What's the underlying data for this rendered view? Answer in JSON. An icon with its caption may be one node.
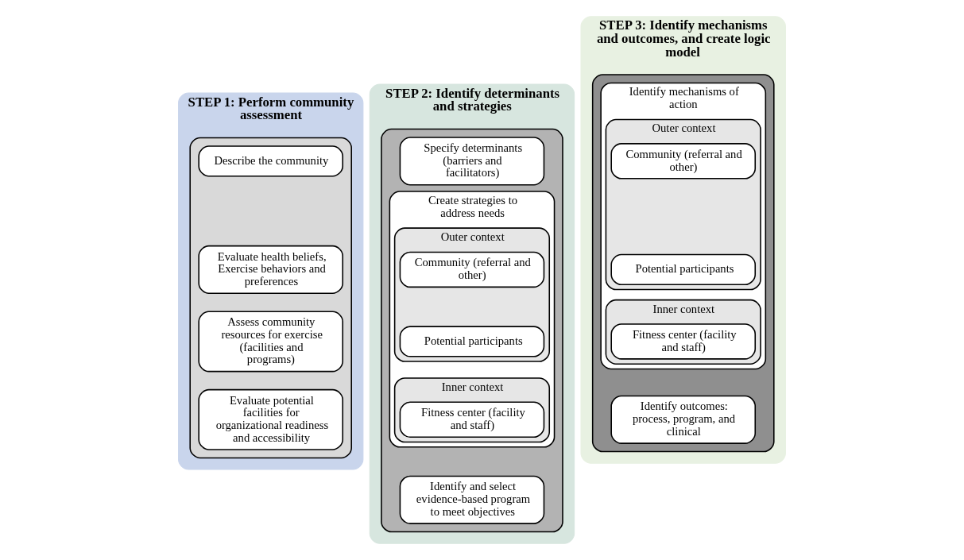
{
  "diagram": {
    "nodes": [
      {
        "text": [
          "STEP 1: Perform community assessment"
        ]
      },
      {
        "text": [],
        "shape": "box",
        "in": 0
      },
      {
        "text": [
          "Describe the community"
        ],
        "in": 1
      },
      {
        "text": [
          "Evaluate health beliefs, Exercise behaviors and preferences"
        ],
        "in": 1
      },
      {
        "text": [
          "Assess community resources for exercise (facilities and programs)"
        ],
        "in": 1
      },
      {
        "text": [
          "Evaluate potential facilities for organizational readiness and accessibility"
        ],
        "in": 1
      },
      {
        "text": [
          "STEP 2: Identify determinants and strategies"
        ]
      },
      {
        "text": [],
        "shape": "box",
        "in": 6
      },
      {
        "text": [
          "Specify determinants (barriers and facilitators)"
        ],
        "in": 7
      },
      {
        "text": [
          "Create strategies to address needs"
        ],
        "in": 7
      },
      {
        "text": [
          "Outer context"
        ],
        "in": 9
      },
      {
        "text": [
          "Community (referral and other)"
        ],
        "in": 10
      },
      {
        "text": [
          "Potential participants"
        ],
        "in": 10
      },
      {
        "text": [
          "Inner context"
        ],
        "in": 9
      },
      {
        "text": [
          "Fitness center (facility and staff)"
        ],
        "in": 13
      },
      {
        "text": [
          "Identify and select evidence-based program to meet objectives"
        ],
        "in": 7
      },
      {
        "text": [
          "STEP 3: Identify mechanisms and outcomes, and create logic model"
        ]
      },
      {
        "text": [],
        "shape": "box",
        "in": 16
      },
      {
        "text": [
          "Identify mechanisms of action"
        ],
        "in": 17
      },
      {
        "text": [
          "Outer context"
        ],
        "in": 18
      },
      {
        "text": [
          "Community (referral and other)"
        ],
        "in": 19
      },
      {
        "text": [
          "Potential participants"
        ],
        "in": 19
      },
      {
        "text": [
          "Inner context"
        ],
        "in": 18
      },
      {
        "text": [
          "Fitness center (facility and staff)"
        ],
        "in": 22
      },
      {
        "text": [
          "Identify outcomes: process, program, and clinical"
        ],
        "in": 17
      }
    ]
  }
}
